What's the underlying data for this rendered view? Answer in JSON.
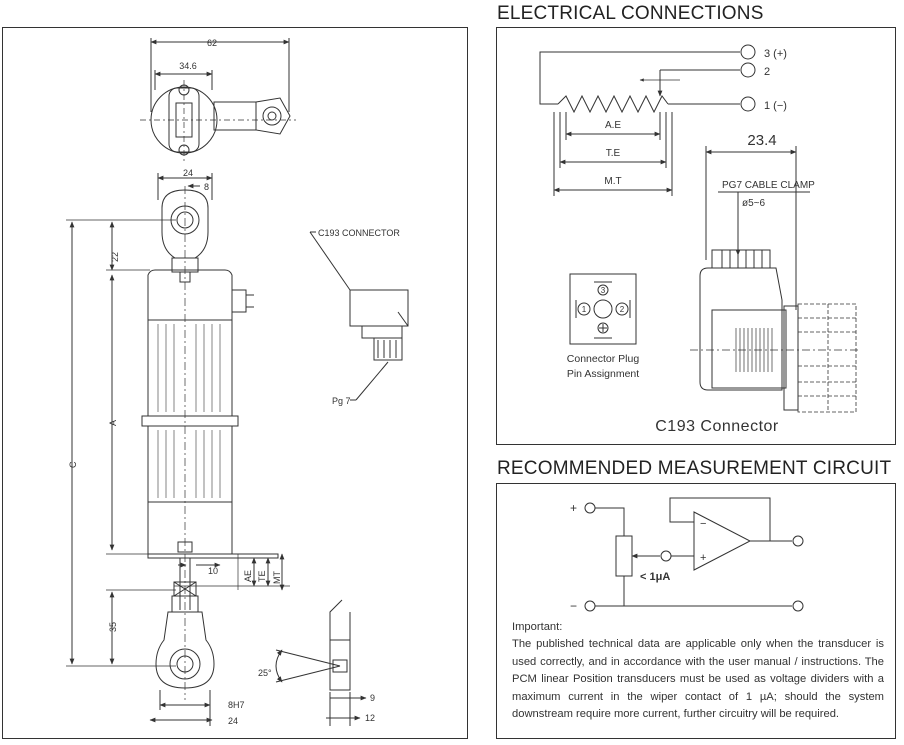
{
  "left_drawing": {
    "dim_62": "62",
    "dim_34_6": "34.6",
    "dim_24_top": "24",
    "dim_8": "8",
    "dim_22": "22",
    "dim_A": "A",
    "dim_C": "C",
    "dim_10": "10",
    "dim_AE": "AE",
    "dim_TE": "TE",
    "dim_MT": "MT",
    "dim_35": "35",
    "dim_25deg": "25°",
    "dim_8H7": "8H7",
    "dim_24_bottom": "24",
    "dim_9": "9",
    "dim_12": "12",
    "connector_label": "C193 CONNECTOR",
    "pg7_label": "Pg 7"
  },
  "electrical": {
    "heading": "ELECTRICAL CONNECTIONS",
    "pin3": "3 (+)",
    "pin2": "2",
    "pin1": "1 (−)",
    "ae": "A.E",
    "te": "T.E",
    "mt": "M.T",
    "dim_23_4": "23.4",
    "cable_clamp": "PG7 CABLE CLAMP",
    "diameter": "ø5~6",
    "plug_pin3": "3",
    "plug_pin1": "1",
    "plug_pin2": "2",
    "plug_caption_line1": "Connector Plug",
    "plug_caption_line2": "Pin Assignment",
    "connector_title": "C193 Connector"
  },
  "measurement": {
    "heading": "RECOMMENDED MEASUREMENT CIRCUIT",
    "plus": "+",
    "minus": "−",
    "opamp_minus": "−",
    "opamp_plus": "+",
    "current": "< 1μA",
    "important_title": "Important:",
    "important_text": "The published technical data are applicable only when the transducer is used correctly, and in accordance with the user manual / instructions.  The PCM linear Position transducers must be used as voltage dividers with a maximum current in the wiper contact of 1 µA; should the system downstream require more current, further circuitry will be required."
  }
}
